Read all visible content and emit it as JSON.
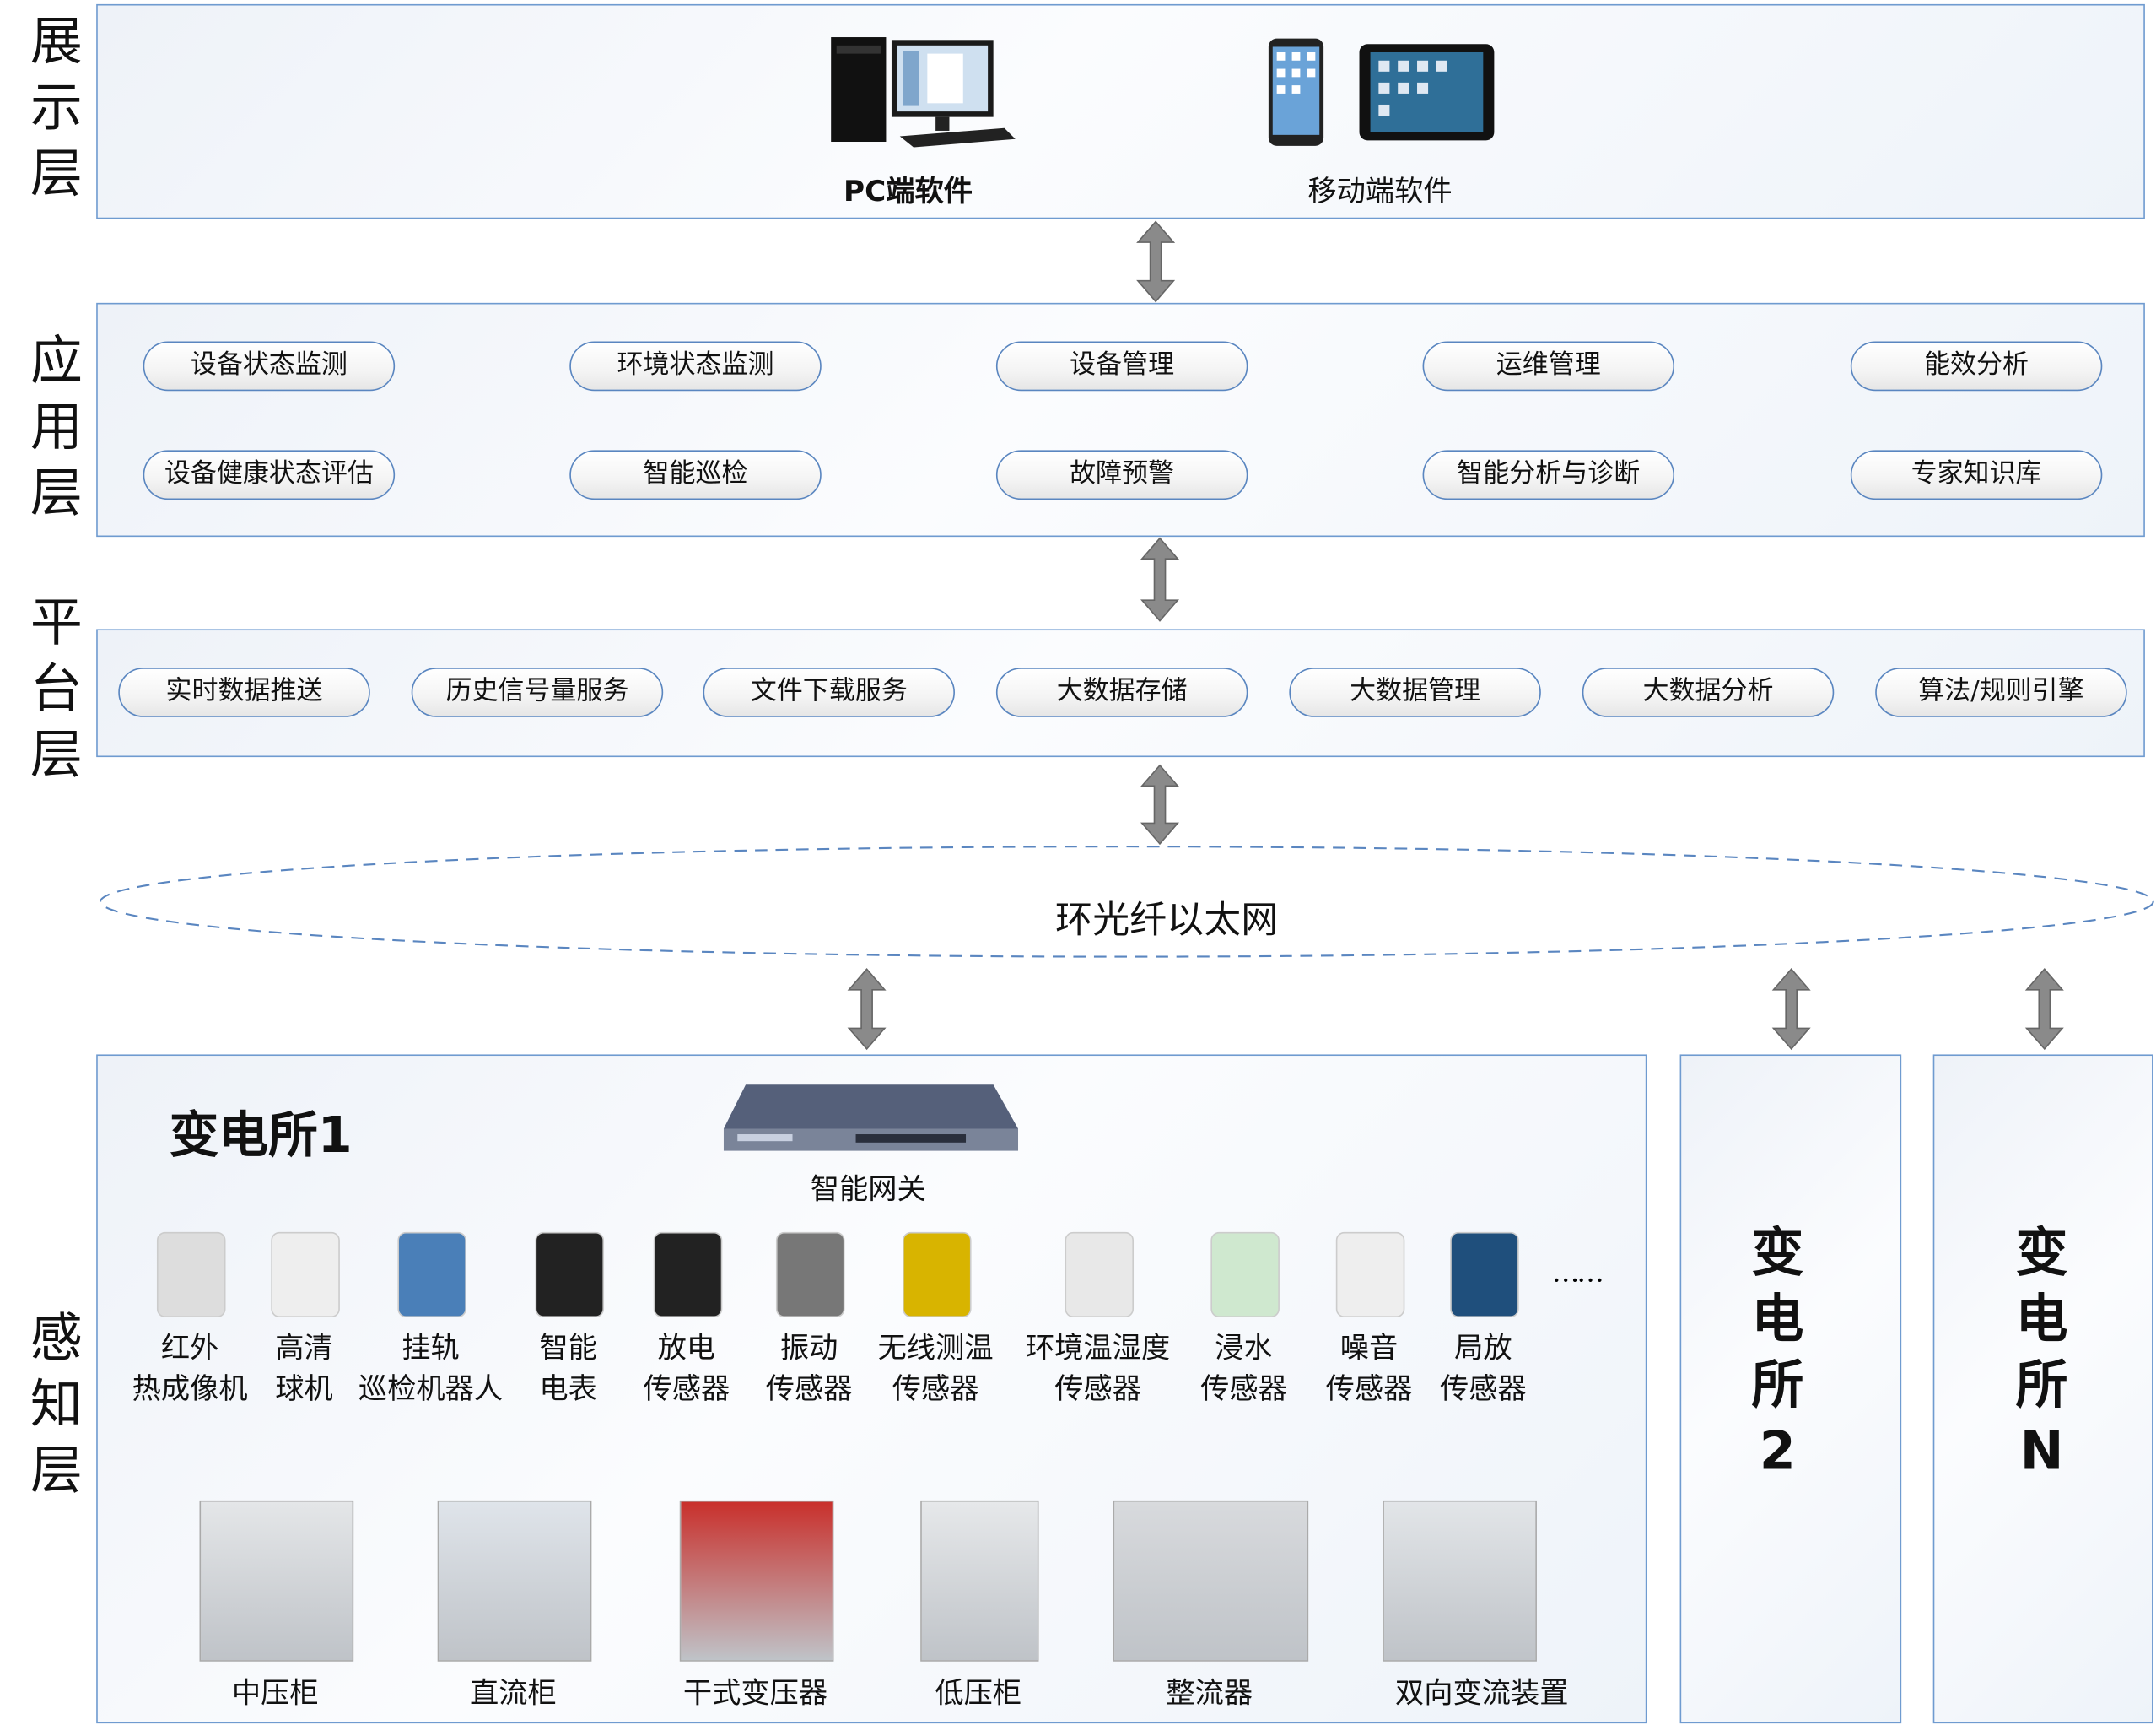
{
  "layers": {
    "display": "展示层",
    "application": "应用层",
    "platform": "平台层",
    "perception": "感知层"
  },
  "display": {
    "pc_label": "PC端软件",
    "mobile_label": "移动端软件"
  },
  "application": {
    "modules": [
      "设备状态监测",
      "环境状态监测",
      "设备管理",
      "运维管理",
      "能效分析",
      "设备健康状态评估",
      "智能巡检",
      "故障预警",
      "智能分析与诊断",
      "专家知识库"
    ]
  },
  "platform": {
    "services": [
      "实时数据推送",
      "历史信号量服务",
      "文件下载服务",
      "大数据存储",
      "大数据管理",
      "大数据分析",
      "算法/规则引擎"
    ]
  },
  "network": {
    "label": "环光纤以太网"
  },
  "substation1": {
    "title": "变电所1",
    "gateway_label": "智能网关",
    "sensors": [
      {
        "line1": "红外",
        "line2": "热成像机"
      },
      {
        "line1": "高清",
        "line2": "球机"
      },
      {
        "line1": "挂轨",
        "line2": "巡检机器人"
      },
      {
        "line1": "智能",
        "line2": "电表"
      },
      {
        "line1": "放电",
        "line2": "传感器"
      },
      {
        "line1": "振动",
        "line2": "传感器"
      },
      {
        "line1": "无线测温",
        "line2": "传感器"
      },
      {
        "line1": "环境温湿度",
        "line2": "传感器"
      },
      {
        "line1": "浸水",
        "line2": "传感器"
      },
      {
        "line1": "噪音",
        "line2": "传感器"
      },
      {
        "line1": "局放",
        "line2": "传感器"
      }
    ],
    "more": "……",
    "equipment": [
      "中压柜",
      "直流柜",
      "干式变压器",
      "低压柜",
      "整流器",
      "双向变流装置"
    ]
  },
  "substation2": {
    "chars": [
      "变",
      "电",
      "所",
      "2"
    ]
  },
  "substationN": {
    "chars": [
      "变",
      "电",
      "所",
      "N"
    ]
  },
  "colors": {
    "border": "#6f9bd0",
    "pill_border": "#5a86c0",
    "arrow": "#8a8a8a"
  }
}
